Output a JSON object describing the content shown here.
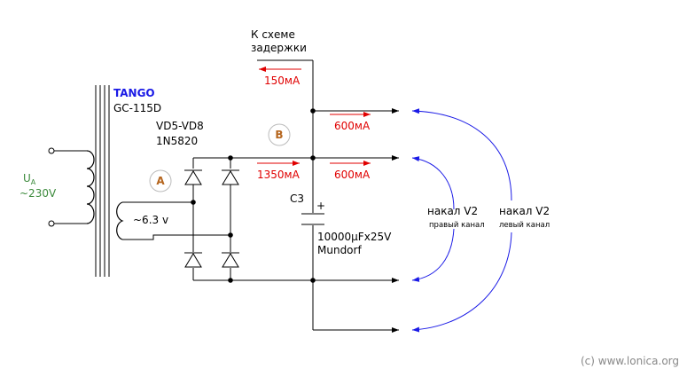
{
  "colors": {
    "accent_red": "#e00000",
    "arc_blue": "#1a1ae6",
    "voltage_green": "#3c8a3c",
    "badge_text": "#b5651d",
    "copyright_grey": "#888888"
  },
  "top_label": {
    "line1": "К схеме",
    "line2": "задержки"
  },
  "transformer": {
    "brand": "TANGO",
    "model": "GC-115D"
  },
  "input": {
    "symbol": "U",
    "subscript": "A",
    "voltage": "~230V"
  },
  "secondary": {
    "voltage": "~6.3 v"
  },
  "diodes": {
    "designator": "VD5-VD8",
    "part": "1N5820"
  },
  "points": {
    "a": "A",
    "b": "B"
  },
  "currents": {
    "delay": "150мА",
    "total": "1350мА",
    "out_top": "600мА",
    "out_mid": "600мА"
  },
  "capacitor": {
    "designator": "C3",
    "polarity": "+",
    "value": "10000µFx25V",
    "brand": "Mundorf"
  },
  "loads": {
    "right": {
      "label": "накал V2",
      "sub": "правый канал"
    },
    "left": {
      "label": "накал V2",
      "sub": "левый канал"
    }
  },
  "copyright": "(c) www.lonica.org"
}
